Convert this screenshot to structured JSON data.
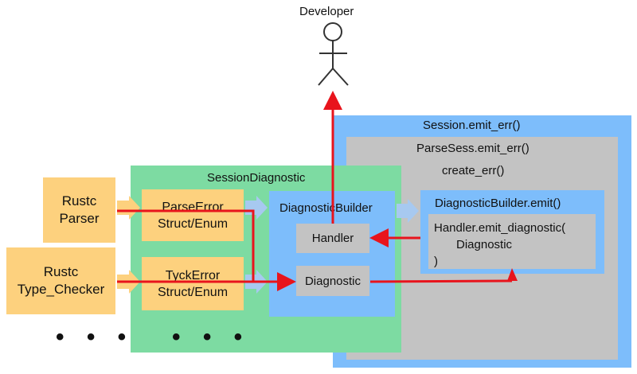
{
  "actor": {
    "label": "Developer"
  },
  "session_emit": {
    "label": "Session.emit_err()"
  },
  "parse_sess": {
    "label": "ParseSess.emit_err()",
    "sub_label": "create_err()"
  },
  "session_diagnostic": {
    "label": "SessionDiagnostic"
  },
  "diag_builder": {
    "label": "DiagnosticBuilder",
    "handler": "Handler",
    "diagnostic": "Diagnostic"
  },
  "builder_emit": {
    "label": "DiagnosticBuilder.emit()",
    "handler_call": [
      "Handler.emit_diagnostic(",
      "Diagnostic",
      ")"
    ]
  },
  "sources": [
    {
      "line1": "Rustc",
      "line2": "Parser"
    },
    {
      "line1": "Rustc",
      "line2": "Type_Checker"
    }
  ],
  "errors": [
    {
      "line1": "ParseError",
      "line2": "Struct/Enum"
    },
    {
      "line1": "TyckError",
      "line2": "Struct/Enum"
    }
  ],
  "ellipsis": "• • •",
  "colors": {
    "blue": "#7dbdfb",
    "gray": "#c3c3c3",
    "green": "#7ddba2",
    "orange": "#fdd17e",
    "red": "#e8141c"
  }
}
